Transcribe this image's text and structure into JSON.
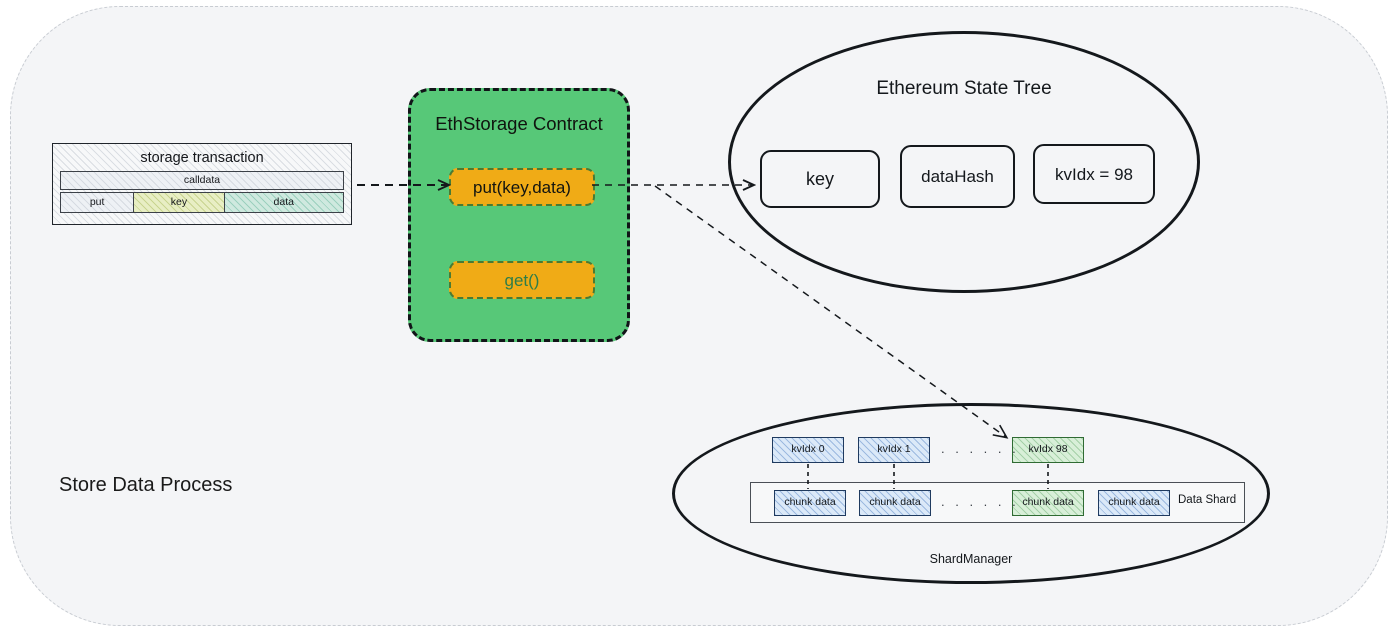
{
  "diagram": {
    "section_label": "Store Data Process",
    "background_color": "#f4f5f7",
    "frame_border_color": "#c8ccd2"
  },
  "storage_transaction": {
    "title": "storage transaction",
    "calldata_label": "calldata",
    "fields": [
      {
        "label": "put",
        "fill": "#f7f8f9"
      },
      {
        "label": "key",
        "fill": "#e8eec4"
      },
      {
        "label": "data",
        "fill": "#cfe9df"
      }
    ]
  },
  "contract": {
    "title": "EthStorage Contract",
    "fill_color": "#57c878",
    "methods": [
      {
        "label": "put(key,data)",
        "fill": "#f0ab16",
        "text_color": "#121410"
      },
      {
        "label": "get()",
        "fill": "#f0ab16",
        "text_color": "#2e7d49"
      }
    ]
  },
  "state_tree": {
    "title": "Ethereum State Tree",
    "nodes": [
      {
        "label": "key"
      },
      {
        "label": "dataHash"
      },
      {
        "label": "kvIdx = 98"
      }
    ]
  },
  "shard_manager": {
    "title": "ShardManager",
    "shard_label": "Data Shard",
    "ellipsis": ". . . . . .",
    "kv_boxes": [
      {
        "label": "kvIdx 0",
        "variant": "blue"
      },
      {
        "label": "kvIdx 1",
        "variant": "blue"
      },
      {
        "label": "kvIdx 98",
        "variant": "green"
      }
    ],
    "chunk_boxes": [
      {
        "label": "chunk data",
        "variant": "blue"
      },
      {
        "label": "chunk data",
        "variant": "blue"
      },
      {
        "label": "chunk data",
        "variant": "green"
      },
      {
        "label": "chunk data",
        "variant": "blue"
      }
    ]
  }
}
